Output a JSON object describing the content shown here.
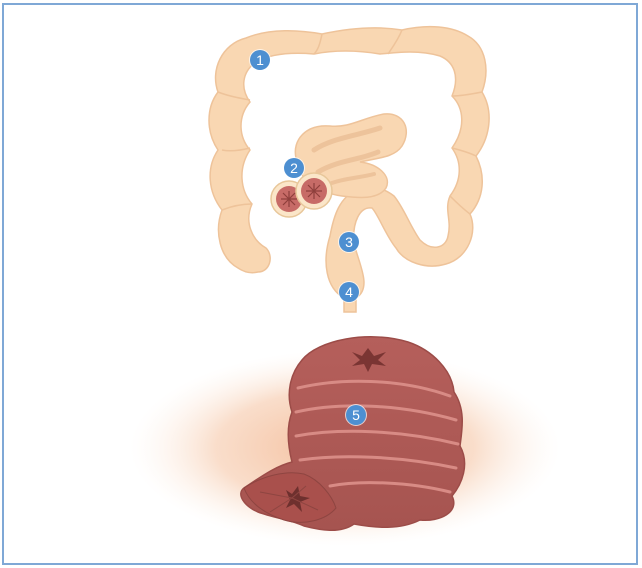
{
  "markers": [
    {
      "id": "1",
      "label": "1"
    },
    {
      "id": "2",
      "label": "2"
    },
    {
      "id": "3",
      "label": "3"
    },
    {
      "id": "4",
      "label": "4"
    },
    {
      "id": "5",
      "label": "5"
    }
  ],
  "colors": {
    "frame_border": "#7fa8d6",
    "marker_fill": "#4d8fd1",
    "colon_fill": "#f9d7b2",
    "colon_stroke": "#e8bf94",
    "polyp_fill": "#c76b67",
    "tissue_fill": "#b6615c",
    "tissue_dark": "#8e4541",
    "glow": "#f6c6a6"
  },
  "icons": {
    "colon": "large-intestine-illustration",
    "polyps": "polyp-cluster-illustration",
    "tissue": "intestinal-tissue-closeup"
  }
}
